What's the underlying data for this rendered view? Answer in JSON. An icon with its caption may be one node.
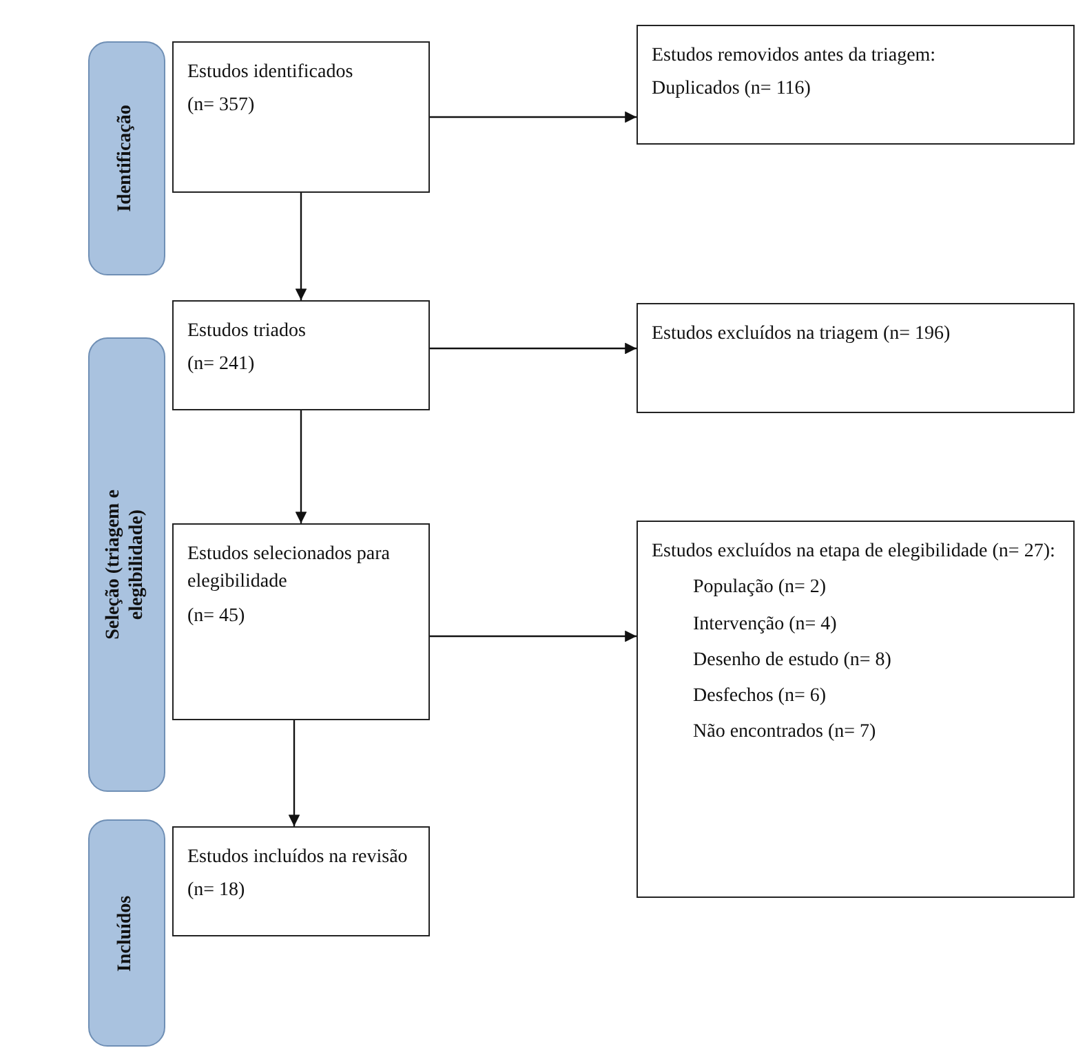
{
  "diagram": {
    "nodes": [
      {
        "text": [
          "Identificação"
        ]
      },
      {
        "text": [
          "Estudos identificados",
          "(n= 357)"
        ]
      },
      {
        "text": [
          "Estudos removidos antes da triagem:",
          "Duplicados (n= 116)"
        ]
      },
      {
        "text": [
          "Seleção (triagem e elegibilidade)"
        ]
      },
      {
        "text": [
          "Estudos triados",
          "(n= 241)"
        ]
      },
      {
        "text": [
          "Estudos excluídos na triagem (n= 196)"
        ]
      },
      {
        "text": [
          "Estudos selecionados para elegibilidade",
          "(n= 45)"
        ]
      },
      {
        "text": [
          "Estudos excluídos na etapa de elegibilidade (n= 27):",
          "População (n= 2)",
          "Intervenção (n= 4)",
          "Desenho de estudo (n= 8)",
          "Desfechos (n= 6)",
          "Não encontrados (n= 7)"
        ]
      },
      {
        "text": [
          "Incluídos"
        ]
      },
      {
        "text": [
          "Estudos incluídos na revisão",
          "(n= 18)"
        ]
      }
    ],
    "edges": [
      {
        "from": 1,
        "to": 2,
        "arrow": "to"
      },
      {
        "from": 1,
        "to": 4,
        "arrow": "to"
      },
      {
        "from": 4,
        "to": 5,
        "arrow": "to"
      },
      {
        "from": 4,
        "to": 6,
        "arrow": "to"
      },
      {
        "from": 6,
        "to": 7,
        "arrow": "to"
      },
      {
        "from": 6,
        "to": 9,
        "arrow": "to"
      }
    ]
  }
}
